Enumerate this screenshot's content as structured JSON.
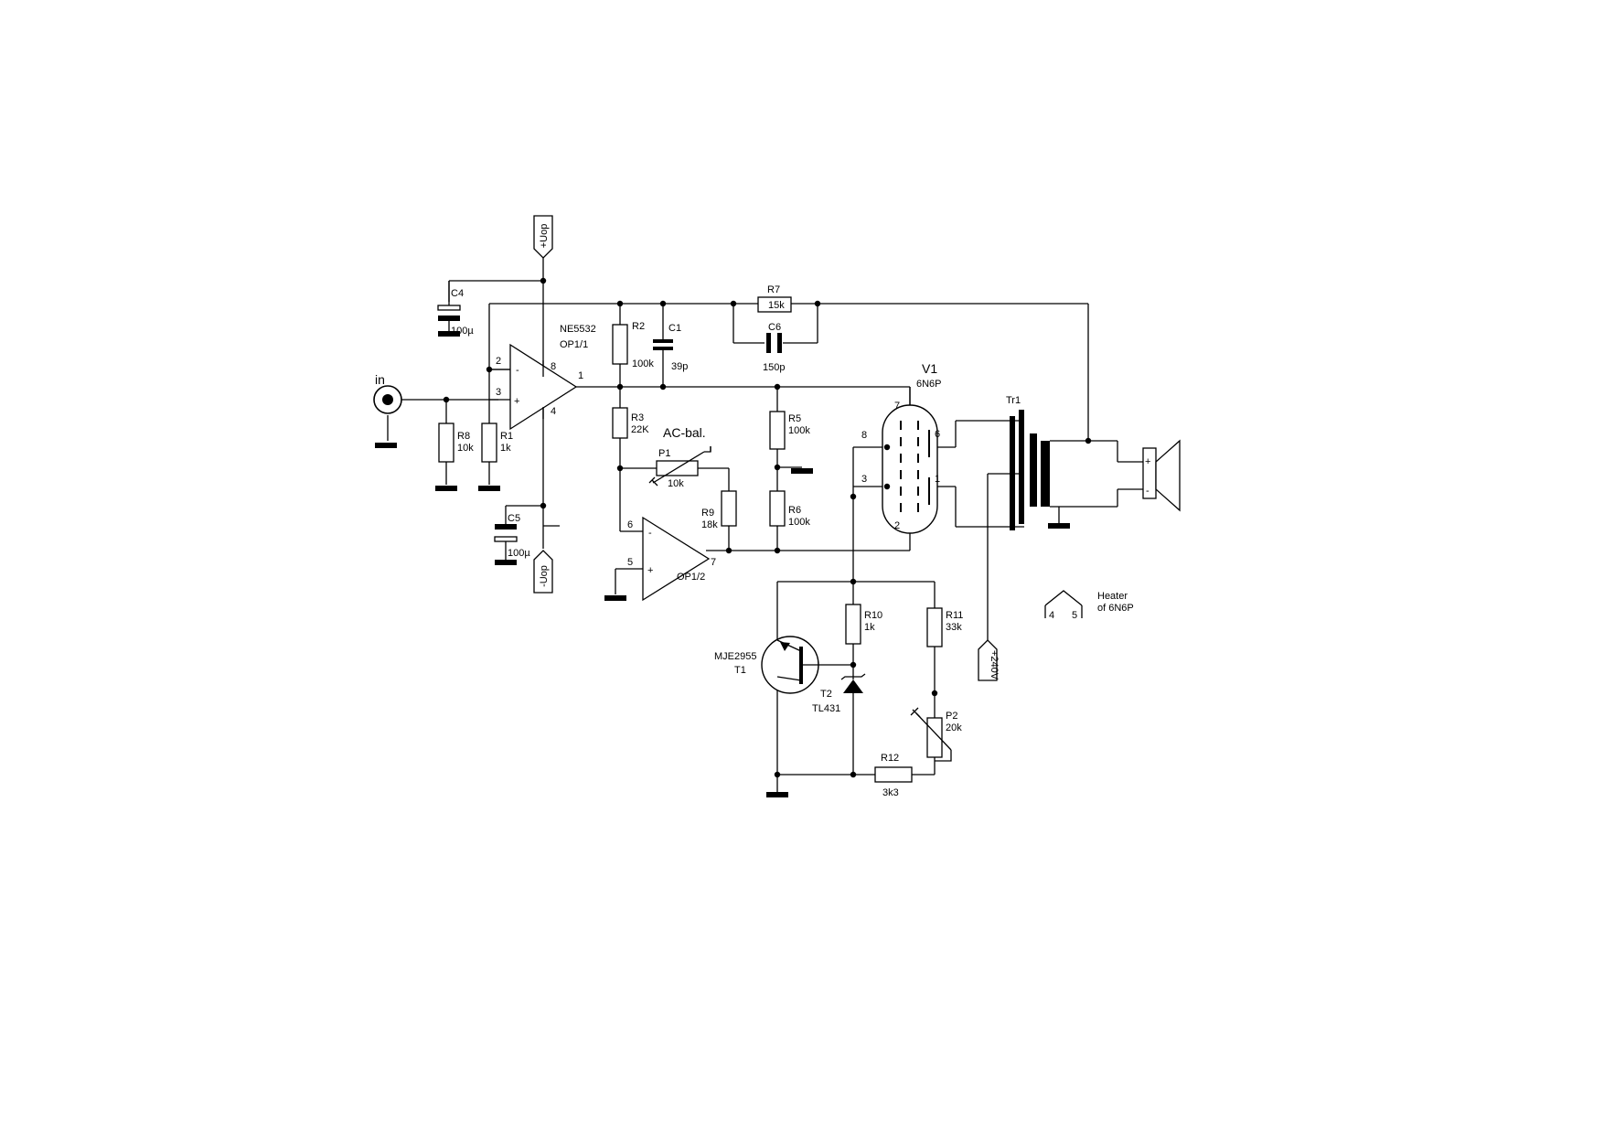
{
  "title": "",
  "input": {
    "label": "in"
  },
  "rails": {
    "pos": "+Uop",
    "neg": "-Uop",
    "hv": "+240V"
  },
  "op1": {
    "part": "NE5532",
    "name": "OP1/1",
    "pin_inv": "2",
    "pin_noninv": "3",
    "pin_out": "1",
    "pin_vpos": "8",
    "pin_vneg": "4",
    "minus": "-",
    "plus": "+"
  },
  "op2": {
    "name": "OP1/2",
    "pin_inv": "6",
    "pin_noninv": "5",
    "pin_out": "7",
    "minus": "-",
    "plus": "+"
  },
  "R1": {
    "ref": "R1",
    "value": "1k"
  },
  "R2": {
    "ref": "R2",
    "value": "100k"
  },
  "R3": {
    "ref": "R3",
    "value": "22K"
  },
  "R5": {
    "ref": "R5",
    "value": "100k"
  },
  "R6": {
    "ref": "R6",
    "value": "100k"
  },
  "R7": {
    "ref": "R7",
    "value": "15k"
  },
  "R8": {
    "ref": "R8",
    "value": "10k"
  },
  "R9": {
    "ref": "R9",
    "value": "18k"
  },
  "R10": {
    "ref": "R10",
    "value": "1k"
  },
  "R11": {
    "ref": "R11",
    "value": "33k"
  },
  "R12": {
    "ref": "R12",
    "value": "3k3"
  },
  "P1": {
    "ref": "P1",
    "value": "10k"
  },
  "P2": {
    "ref": "P2",
    "value": "20k"
  },
  "C1": {
    "ref": "C1",
    "value": "39p"
  },
  "C4": {
    "ref": "C4",
    "value": "100µ"
  },
  "C5": {
    "ref": "C5",
    "value": "100µ"
  },
  "C6": {
    "ref": "C6",
    "value": "150p"
  },
  "ac_bal": "AC-bal.",
  "V1": {
    "ref": "V1",
    "type": "6N6P",
    "pin_a1": "6",
    "pin_g1": "8",
    "pin_g2": "3",
    "pin_a2": "1",
    "pin_k1": "7",
    "pin_k2": "2"
  },
  "Tr1": {
    "ref": "Tr1"
  },
  "speaker": {
    "plus": "+",
    "minus": "-"
  },
  "T1": {
    "part": "MJE2955",
    "ref": "T1"
  },
  "T2": {
    "ref": "T2",
    "part": "TL431"
  },
  "heater": {
    "line1": "Heater",
    "line2": "of 6N6P",
    "pin_a": "4",
    "pin_b": "5"
  }
}
